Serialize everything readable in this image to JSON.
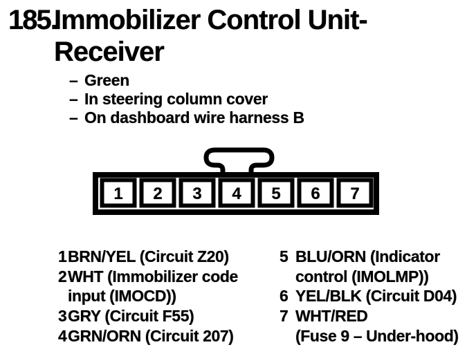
{
  "page": {
    "background": "#ffffff",
    "ink_color": "#000000"
  },
  "heading": {
    "number": "185.",
    "title_line1": "Immobilizer Control Unit-",
    "title_line2": "Receiver"
  },
  "notes": {
    "bullet_char": "–",
    "items": [
      "Green",
      "In steering column cover",
      "On dashboard wire harness B"
    ]
  },
  "connector": {
    "pins": [
      "1",
      "2",
      "3",
      "4",
      "5",
      "6",
      "7"
    ]
  },
  "pin_list": {
    "left": [
      {
        "num": "1",
        "lines": [
          "BRN/YEL (Circuit Z20)"
        ]
      },
      {
        "num": "2",
        "lines": [
          "WHT (Immobilizer code",
          "input (IMOCD))"
        ]
      },
      {
        "num": "3",
        "lines": [
          "GRY (Circuit F55)"
        ]
      },
      {
        "num": "4",
        "lines": [
          "GRN/ORN (Circuit 207)"
        ]
      }
    ],
    "right": [
      {
        "num": "5",
        "lines": [
          "BLU/ORN (Indicator",
          "control (IMOLMP))"
        ]
      },
      {
        "num": "6",
        "lines": [
          "YEL/BLK (Circuit D04)"
        ]
      },
      {
        "num": "7",
        "lines": [
          "WHT/RED",
          "(Fuse 9 – Under-hood)"
        ]
      }
    ]
  }
}
